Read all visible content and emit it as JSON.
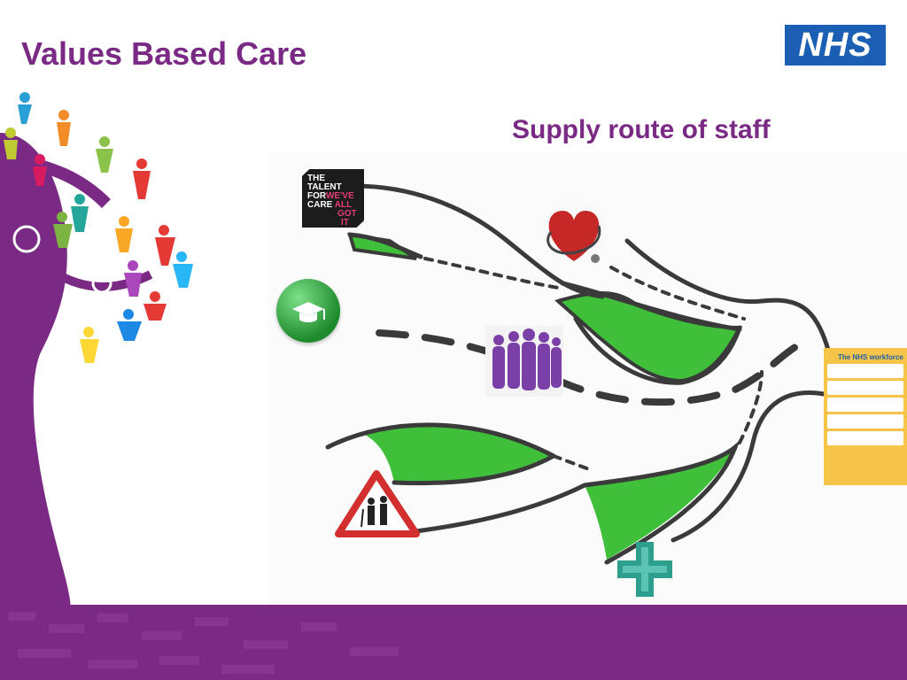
{
  "slide": {
    "title": "Values Based Care",
    "subtitle": "Supply route of staff",
    "logo_text": "NHS"
  },
  "talent_badge": {
    "line1": "THE",
    "line2": "TALENT",
    "line3": "FOR",
    "line3b": "WE'VE",
    "line4": "CARE",
    "line4b": "ALL",
    "line5": "GOT",
    "line6": "IT"
  },
  "poster": {
    "title": "The NHS workforce"
  },
  "colors": {
    "brand_purple": "#7a2a84",
    "nhs_blue": "#1a5fb4",
    "marker_green": "#3fbf3a",
    "road_line": "#3a3a3a"
  },
  "icons": [
    "tree-of-people-icon",
    "heart-stethoscope-icon",
    "graduation-cap-icon",
    "people-group-icon",
    "elderly-warning-sign-icon",
    "pharmacy-cross-icon"
  ]
}
